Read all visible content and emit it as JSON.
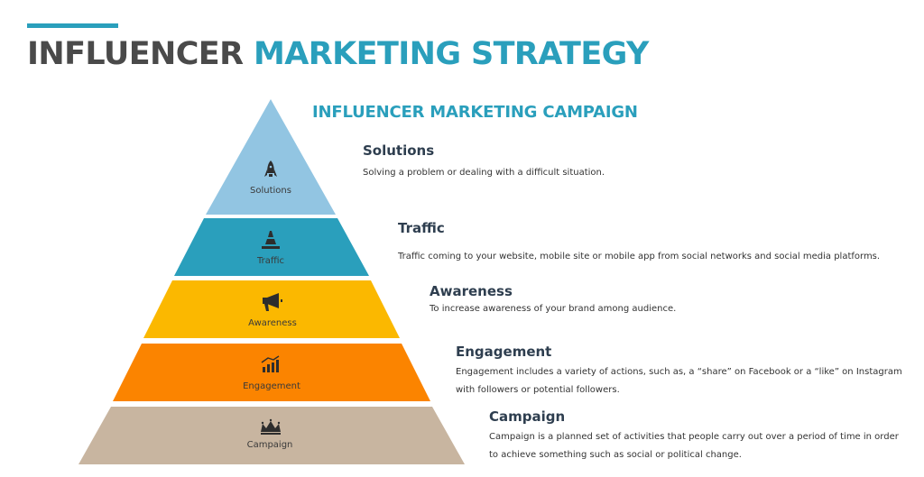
{
  "title": {
    "part1": "INFLUENCER",
    "part2": "MARKETING STRATEGY"
  },
  "subtitle": "INFLUENCER MARKETING CAMPAIGN",
  "colors": {
    "accent": "#2a9fbc",
    "title_dark": "#4a4a4a",
    "tier_solutions": "#92c5e2",
    "tier_traffic": "#2a9fbc",
    "tier_awareness": "#fbb800",
    "tier_engagement": "#fb8400",
    "tier_campaign": "#c8b5a0"
  },
  "tiers": [
    {
      "label": "Solutions",
      "icon": "rocket-icon",
      "heading": "Solutions",
      "description": "Solving a problem or dealing with a difficult situation."
    },
    {
      "label": "Traffic",
      "icon": "traffic-cone-icon",
      "heading": "Traffic",
      "description": "Traffic coming to your website, mobile site or mobile app from social networks and social media platforms."
    },
    {
      "label": "Awareness",
      "icon": "megaphone-icon",
      "heading": "Awareness",
      "description": "To increase awareness of your brand among audience."
    },
    {
      "label": "Engagement",
      "icon": "growth-chart-icon",
      "heading": "Engagement",
      "description": "Engagement includes a variety of actions, such as, a “share” on Facebook or a “like” on Instagram with followers or potential followers."
    },
    {
      "label": "Campaign",
      "icon": "crown-icon",
      "heading": "Campaign",
      "description": "Campaign is a planned set of activities that people carry out over a period of time in order to achieve something such as social or political change."
    }
  ]
}
